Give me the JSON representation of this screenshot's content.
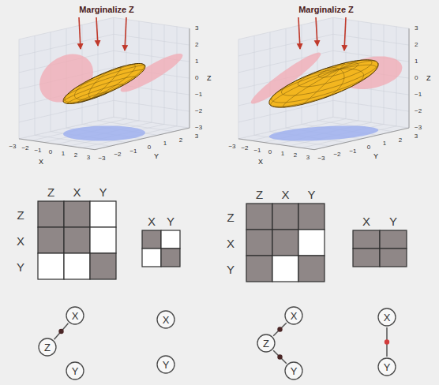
{
  "diagram": {
    "nodes": [
      {
        "text": [
          "X"
        ]
      },
      {
        "text": [
          "Z"
        ]
      },
      {
        "text": [
          "Y"
        ]
      },
      {
        "text": [
          "X"
        ]
      },
      {
        "text": [
          "Y"
        ]
      },
      {
        "text": [
          "X"
        ]
      },
      {
        "text": [
          "Z"
        ]
      },
      {
        "text": [
          "Y"
        ]
      },
      {
        "text": [
          "X"
        ]
      },
      {
        "text": [
          "Y"
        ]
      }
    ],
    "edges": [
      {
        "from": 1,
        "to": 0,
        "arrow": "none"
      },
      {
        "from": 6,
        "to": 5,
        "arrow": "none"
      },
      {
        "from": 6,
        "to": 7,
        "arrow": "none"
      },
      {
        "from": 8,
        "to": 9,
        "arrow": "none"
      }
    ],
    "labels": [
      "Marginalize Z",
      "−3",
      "−2",
      "−1",
      "0",
      "1",
      "2",
      "3",
      "−3",
      "−2",
      "−1",
      "0",
      "1",
      "2",
      "3",
      "3",
      "2",
      "1",
      "0",
      "−1",
      "−2",
      "−3",
      "X",
      "Y",
      "Z",
      "Marginalize Z",
      "−3",
      "−2",
      "−1",
      "0",
      "1",
      "2",
      "3",
      "−3",
      "−2",
      "−1",
      "0",
      "1",
      "2",
      "3",
      "3",
      "2",
      "1",
      "0",
      "−1",
      "−2",
      "−3",
      "X",
      "Y",
      "Z",
      "Z",
      "X",
      "Y",
      "Z",
      "X",
      "Y",
      "X",
      "Y",
      "Z",
      "X",
      "Y",
      "Z",
      "X",
      "Y",
      "X",
      "Y"
    ]
  }
}
